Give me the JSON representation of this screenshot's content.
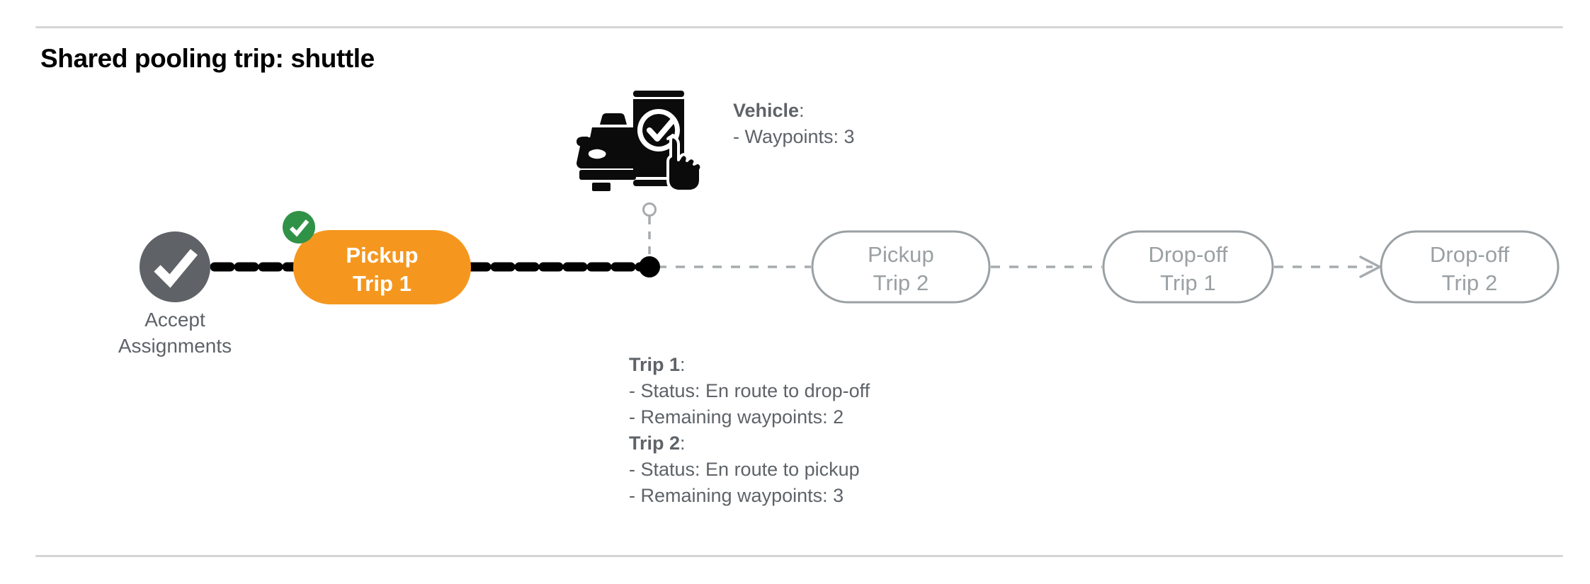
{
  "page": {
    "title": "Shared pooling trip: shuttle",
    "divider_color": "#d5d5d6",
    "background": "#ffffff"
  },
  "colors": {
    "active_node": "#F5971F",
    "completed_badge": "#309246",
    "completed_circle": "#5f6368",
    "pending_node_border": "#9aa0a3",
    "pending_node_text": "#9aa0a3",
    "traveled_path": "#000000",
    "future_path": "#9aa0a3",
    "annotation_text": "#5f6368"
  },
  "flow": {
    "start_node": {
      "type": "check-circle",
      "caption": "Accept\nAssignments",
      "state": "completed"
    },
    "nodes": [
      {
        "id": "pickup-trip-1",
        "label": "Pickup\nTrip 1",
        "state": "active",
        "badge": "check"
      },
      {
        "id": "pickup-trip-2",
        "label": "Pickup\nTrip 2",
        "state": "pending",
        "badge": null
      },
      {
        "id": "dropoff-trip-1",
        "label": "Drop-off\nTrip 1",
        "state": "pending",
        "badge": null
      },
      {
        "id": "dropoff-trip-2",
        "label": "Drop-off\nTrip 2",
        "state": "pending",
        "badge": null
      }
    ]
  },
  "vehicle": {
    "icon": "car-phone-check-icon",
    "heading": "Vehicle",
    "heading_colon": ":",
    "rows": [
      "- Waypoints: 3"
    ]
  },
  "trips": [
    {
      "heading": "Trip 1",
      "heading_colon": ":",
      "rows": [
        "- Status:  En route to drop-off",
        "- Remaining waypoints: 2"
      ]
    },
    {
      "heading": "Trip 2",
      "heading_colon": ":",
      "rows": [
        "- Status:  En route to pickup",
        "- Remaining waypoints: 3"
      ]
    }
  ]
}
